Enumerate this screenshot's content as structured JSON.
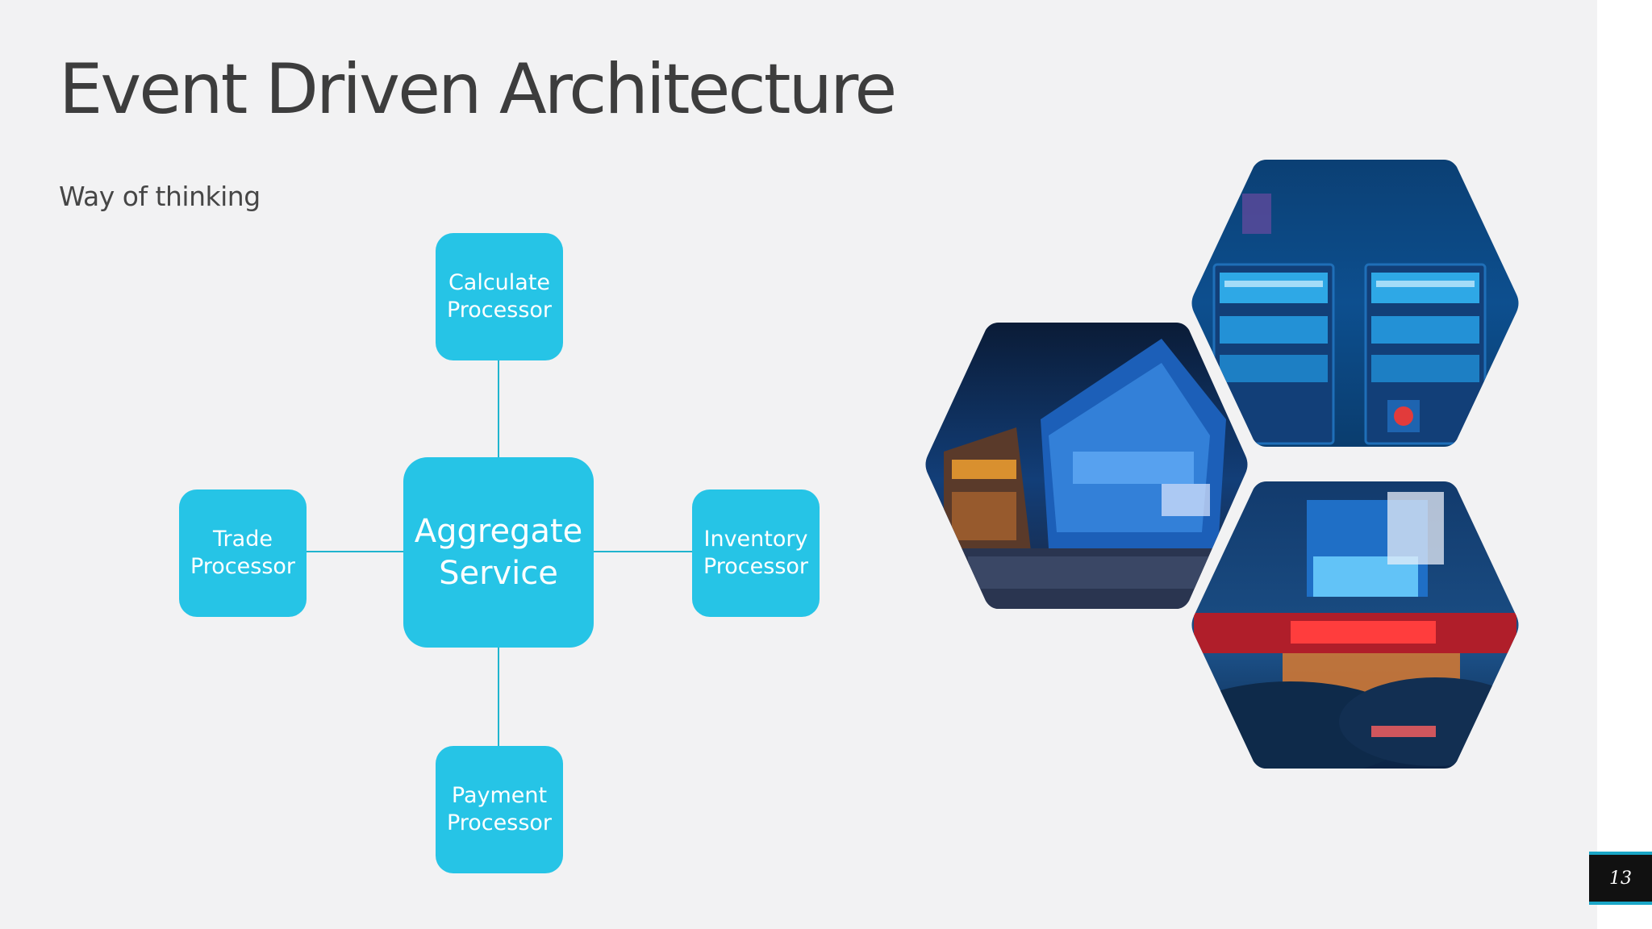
{
  "slide": {
    "title": "Event Driven Architecture",
    "subtitle": "Way of thinking",
    "page_number": "13"
  },
  "diagram": {
    "center": {
      "label_line1": "Aggregate",
      "label_line2": "Service"
    },
    "nodes": [
      {
        "id": "calculate",
        "position": "top",
        "label_line1": "Calculate",
        "label_line2": "Processor"
      },
      {
        "id": "trade",
        "position": "left",
        "label_line1": "Trade",
        "label_line2": "Processor"
      },
      {
        "id": "inventory",
        "position": "right",
        "label_line1": "Inventory",
        "label_line2": "Processor"
      },
      {
        "id": "payment",
        "position": "bottom",
        "label_line1": "Payment",
        "label_line2": "Processor"
      }
    ],
    "edges": [
      {
        "from": "aggregate",
        "to": "calculate"
      },
      {
        "from": "aggregate",
        "to": "trade"
      },
      {
        "from": "aggregate",
        "to": "inventory"
      },
      {
        "from": "aggregate",
        "to": "payment"
      }
    ]
  },
  "images": [
    {
      "name": "vending-machines-photo",
      "description": ""
    },
    {
      "name": "city-billboard-building-photo",
      "description": ""
    },
    {
      "name": "street-traffic-neon-photo",
      "description": ""
    }
  ],
  "colors": {
    "node_fill": "#26c4e6",
    "connector": "#20b4ce",
    "slide_background": "#f2f2f3",
    "title_text": "#3d3d3d"
  }
}
